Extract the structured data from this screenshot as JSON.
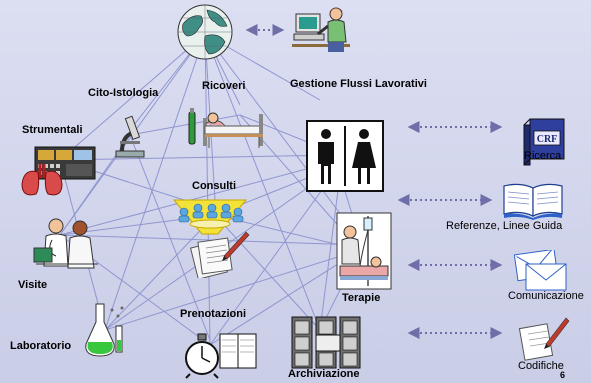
{
  "labels": {
    "gestione": "Gestione Flussi Lavorativi",
    "cito": "Cito-Istologia",
    "ricoveri": "Ricoveri",
    "strumentali": "Strumentali",
    "consulti": "Consulti",
    "visite": "Visite",
    "prenotazioni": "Prenotazioni",
    "laboratorio": "Laboratorio",
    "archiviazione": "Archiviazione",
    "terapie": "Terapie",
    "ricerca": "Ricerca",
    "referenze": "Referenze, Linee Guida",
    "comunicazione": "Comunicazione",
    "codifiche": "Codifiche",
    "crf_badge": "CRF"
  },
  "slide_number": "6",
  "colors": {
    "background_top": "#dcdff2",
    "background_bottom": "#c9cde6",
    "link_lines": "#8f96cf",
    "dotted_arrows": "#6e6ea8"
  },
  "icons": [
    "globe-icon",
    "computer-operator-icon",
    "hospital-bed-icon",
    "microscope-icon",
    "restroom-sign-icon",
    "crf-binder-icon",
    "lab-instrument-icon",
    "lungs-icon",
    "meeting-icon",
    "documents-icon",
    "doctor-patient-icon",
    "open-book-icon",
    "iv-therapy-icon",
    "envelopes-icon",
    "flask-icon",
    "alarm-clock-icon",
    "planner-icon",
    "file-cabinet-icon",
    "pen-paper-icon"
  ]
}
